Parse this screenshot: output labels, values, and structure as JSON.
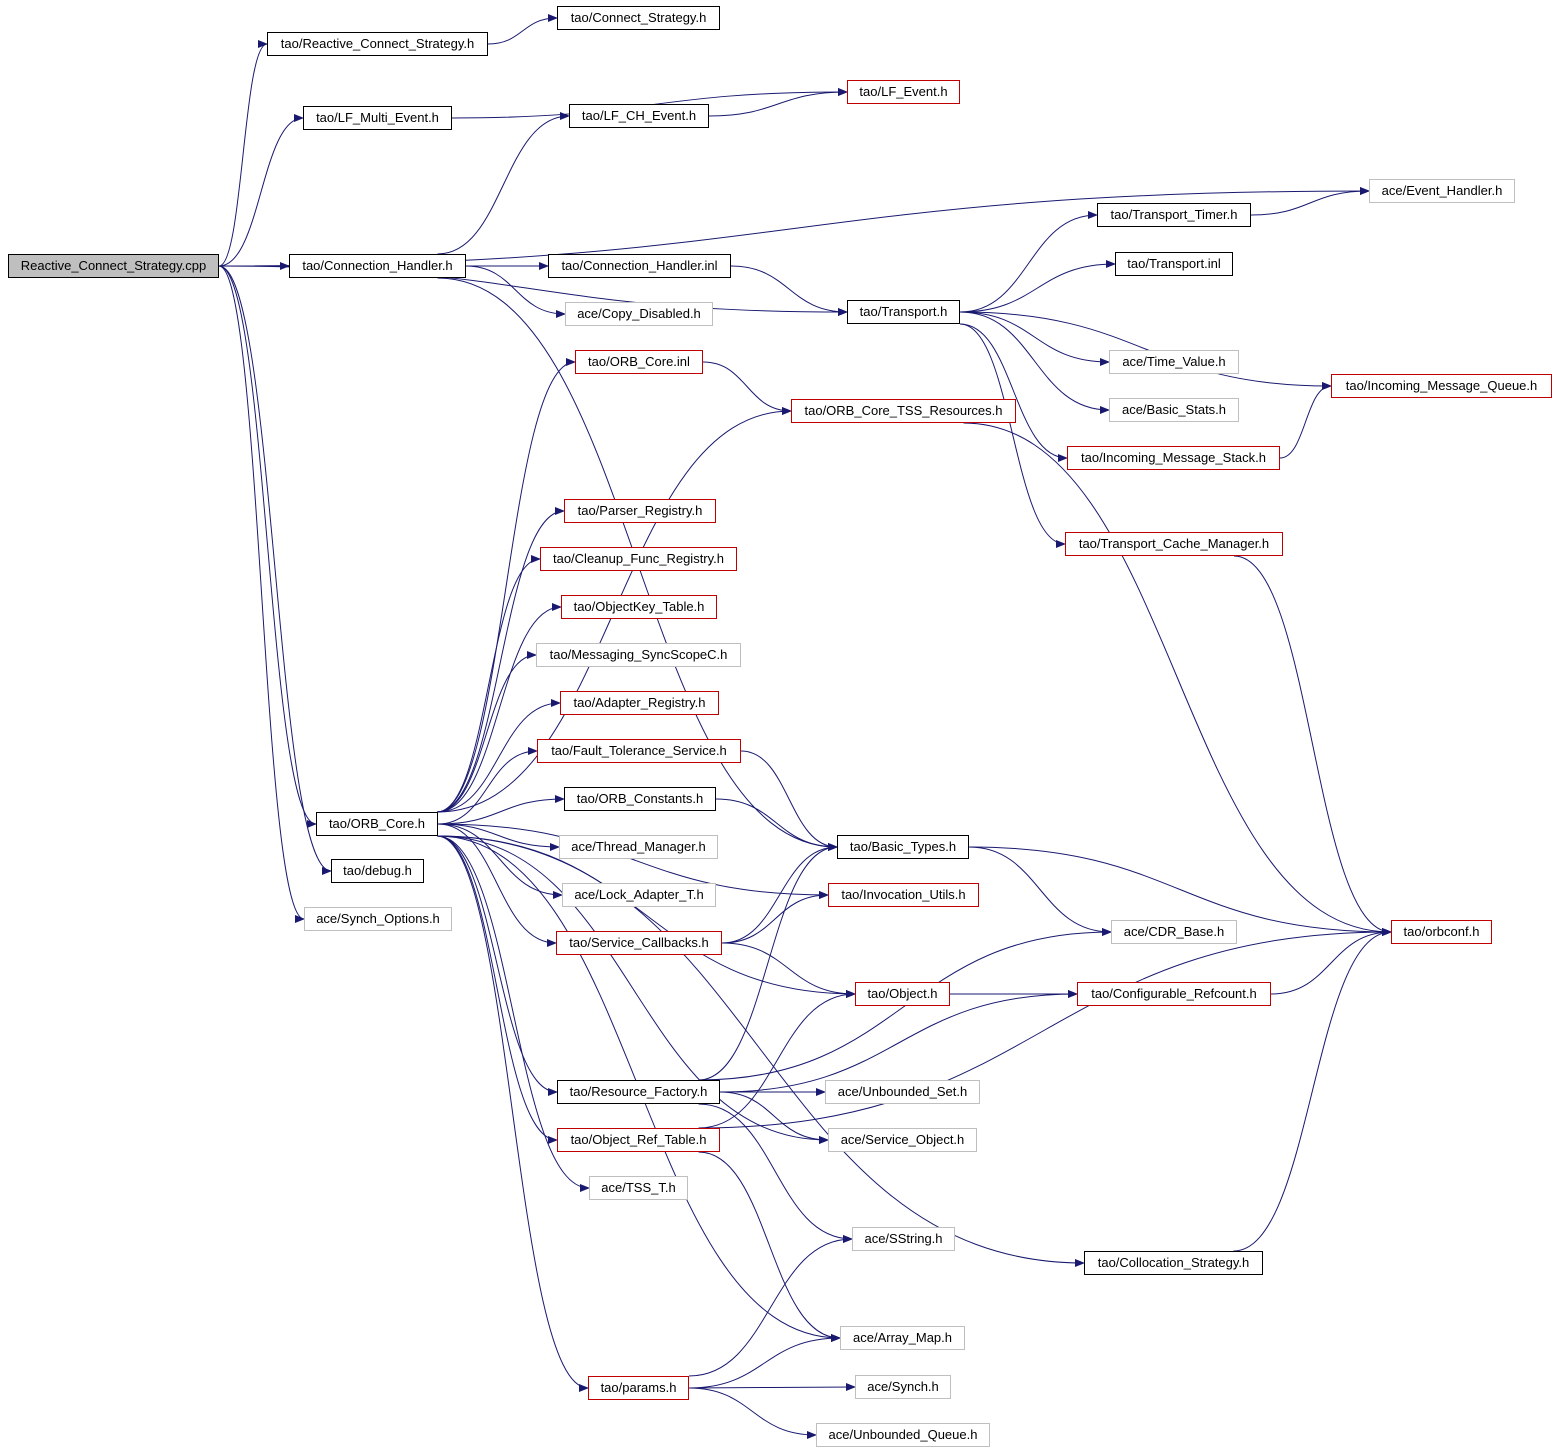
{
  "colors": {
    "edge": "#191970",
    "border_black": "#000000",
    "border_red": "#c00000",
    "border_gray": "#bfbfbf",
    "root_fill": "#bfbfbf"
  },
  "nodes": [
    {
      "id": "root",
      "label": "Reactive_Connect_Strategy.cpp",
      "style": "root"
    },
    {
      "id": "rcs",
      "label": "tao/Reactive_Connect_Strategy.h",
      "style": "black"
    },
    {
      "id": "cs",
      "label": "tao/Connect_Strategy.h",
      "style": "black"
    },
    {
      "id": "lfme",
      "label": "tao/LF_Multi_Event.h",
      "style": "black"
    },
    {
      "id": "lfev",
      "label": "tao/LF_Event.h",
      "style": "red"
    },
    {
      "id": "lfch",
      "label": "tao/LF_CH_Event.h",
      "style": "black"
    },
    {
      "id": "evh",
      "label": "ace/Event_Handler.h",
      "style": "gray"
    },
    {
      "id": "tt",
      "label": "tao/Transport_Timer.h",
      "style": "black"
    },
    {
      "id": "ch",
      "label": "tao/Connection_Handler.h",
      "style": "black"
    },
    {
      "id": "chi",
      "label": "tao/Connection_Handler.inl",
      "style": "black"
    },
    {
      "id": "ti",
      "label": "tao/Transport.inl",
      "style": "black"
    },
    {
      "id": "cd",
      "label": "ace/Copy_Disabled.h",
      "style": "gray"
    },
    {
      "id": "tr",
      "label": "tao/Transport.h",
      "style": "black"
    },
    {
      "id": "orbi",
      "label": "tao/ORB_Core.inl",
      "style": "red"
    },
    {
      "id": "tv",
      "label": "ace/Time_Value.h",
      "style": "gray"
    },
    {
      "id": "imq",
      "label": "tao/Incoming_Message_Queue.h",
      "style": "red"
    },
    {
      "id": "tss",
      "label": "tao/ORB_Core_TSS_Resources.h",
      "style": "red"
    },
    {
      "id": "bs",
      "label": "ace/Basic_Stats.h",
      "style": "gray"
    },
    {
      "id": "ims",
      "label": "tao/Incoming_Message_Stack.h",
      "style": "red"
    },
    {
      "id": "pr",
      "label": "tao/Parser_Registry.h",
      "style": "red"
    },
    {
      "id": "tcm",
      "label": "tao/Transport_Cache_Manager.h",
      "style": "red"
    },
    {
      "id": "cfr",
      "label": "tao/Cleanup_Func_Registry.h",
      "style": "red"
    },
    {
      "id": "okt",
      "label": "tao/ObjectKey_Table.h",
      "style": "red"
    },
    {
      "id": "mss",
      "label": "tao/Messaging_SyncScopeC.h",
      "style": "gray"
    },
    {
      "id": "ar",
      "label": "tao/Adapter_Registry.h",
      "style": "red"
    },
    {
      "id": "fts",
      "label": "tao/Fault_Tolerance_Service.h",
      "style": "red"
    },
    {
      "id": "orbc",
      "label": "tao/ORB_Constants.h",
      "style": "black"
    },
    {
      "id": "orb",
      "label": "tao/ORB_Core.h",
      "style": "black"
    },
    {
      "id": "bt",
      "label": "tao/Basic_Types.h",
      "style": "black"
    },
    {
      "id": "thm",
      "label": "ace/Thread_Manager.h",
      "style": "gray"
    },
    {
      "id": "dbg",
      "label": "tao/debug.h",
      "style": "black"
    },
    {
      "id": "la",
      "label": "ace/Lock_Adapter_T.h",
      "style": "gray"
    },
    {
      "id": "iu",
      "label": "tao/Invocation_Utils.h",
      "style": "red"
    },
    {
      "id": "so",
      "label": "ace/Synch_Options.h",
      "style": "gray"
    },
    {
      "id": "cdr",
      "label": "ace/CDR_Base.h",
      "style": "gray"
    },
    {
      "id": "oc",
      "label": "tao/orbconf.h",
      "style": "red"
    },
    {
      "id": "sc",
      "label": "tao/Service_Callbacks.h",
      "style": "red"
    },
    {
      "id": "obj",
      "label": "tao/Object.h",
      "style": "red"
    },
    {
      "id": "crc",
      "label": "tao/Configurable_Refcount.h",
      "style": "red"
    },
    {
      "id": "rf",
      "label": "tao/Resource_Factory.h",
      "style": "black"
    },
    {
      "id": "us",
      "label": "ace/Unbounded_Set.h",
      "style": "gray"
    },
    {
      "id": "ort",
      "label": "tao/Object_Ref_Table.h",
      "style": "red"
    },
    {
      "id": "svo",
      "label": "ace/Service_Object.h",
      "style": "gray"
    },
    {
      "id": "tsst",
      "label": "ace/TSS_T.h",
      "style": "gray"
    },
    {
      "id": "ss",
      "label": "ace/SString.h",
      "style": "gray"
    },
    {
      "id": "col",
      "label": "tao/Collocation_Strategy.h",
      "style": "black"
    },
    {
      "id": "am",
      "label": "ace/Array_Map.h",
      "style": "gray"
    },
    {
      "id": "par",
      "label": "tao/params.h",
      "style": "red"
    },
    {
      "id": "syn",
      "label": "ace/Synch.h",
      "style": "gray"
    },
    {
      "id": "uq",
      "label": "ace/Unbounded_Queue.h",
      "style": "gray"
    }
  ],
  "edges": [
    [
      "root",
      "rcs"
    ],
    [
      "root",
      "lfme"
    ],
    [
      "root",
      "evh"
    ],
    [
      "root",
      "ch"
    ],
    [
      "root",
      "tr"
    ],
    [
      "root",
      "orb"
    ],
    [
      "root",
      "dbg"
    ],
    [
      "root",
      "so"
    ],
    [
      "rcs",
      "cs"
    ],
    [
      "lfme",
      "lfev"
    ],
    [
      "lfch",
      "lfev"
    ],
    [
      "ch",
      "lfch"
    ],
    [
      "ch",
      "chi"
    ],
    [
      "ch",
      "cd"
    ],
    [
      "ch",
      "bt"
    ],
    [
      "chi",
      "tr"
    ],
    [
      "tt",
      "evh"
    ],
    [
      "tr",
      "tt"
    ],
    [
      "tr",
      "ti"
    ],
    [
      "tr",
      "tv"
    ],
    [
      "tr",
      "bs"
    ],
    [
      "tr",
      "ims"
    ],
    [
      "tr",
      "tcm"
    ],
    [
      "tr",
      "imq"
    ],
    [
      "ims",
      "imq"
    ],
    [
      "orbi",
      "tss"
    ],
    [
      "tss",
      "oc"
    ],
    [
      "tcm",
      "oc"
    ],
    [
      "orb",
      "orbi"
    ],
    [
      "orb",
      "tss"
    ],
    [
      "orb",
      "pr"
    ],
    [
      "orb",
      "cfr"
    ],
    [
      "orb",
      "okt"
    ],
    [
      "orb",
      "mss"
    ],
    [
      "orb",
      "ar"
    ],
    [
      "orb",
      "fts"
    ],
    [
      "orb",
      "orbc"
    ],
    [
      "orb",
      "thm"
    ],
    [
      "orb",
      "la"
    ],
    [
      "orb",
      "sc"
    ],
    [
      "orb",
      "iu"
    ],
    [
      "orb",
      "obj"
    ],
    [
      "orb",
      "rf"
    ],
    [
      "orb",
      "ort"
    ],
    [
      "orb",
      "tsst"
    ],
    [
      "orb",
      "svo"
    ],
    [
      "orb",
      "col"
    ],
    [
      "orb",
      "am"
    ],
    [
      "orb",
      "par"
    ],
    [
      "fts",
      "bt"
    ],
    [
      "orbc",
      "bt"
    ],
    [
      "bt",
      "cdr"
    ],
    [
      "bt",
      "oc"
    ],
    [
      "sc",
      "bt"
    ],
    [
      "sc",
      "iu"
    ],
    [
      "sc",
      "obj"
    ],
    [
      "obj",
      "crc"
    ],
    [
      "crc",
      "oc"
    ],
    [
      "rf",
      "bt"
    ],
    [
      "rf",
      "cdr"
    ],
    [
      "rf",
      "crc"
    ],
    [
      "rf",
      "us"
    ],
    [
      "rf",
      "svo"
    ],
    [
      "rf",
      "ss"
    ],
    [
      "ort",
      "obj"
    ],
    [
      "ort",
      "oc"
    ],
    [
      "ort",
      "am"
    ],
    [
      "col",
      "oc"
    ],
    [
      "par",
      "ss"
    ],
    [
      "par",
      "am"
    ],
    [
      "par",
      "syn"
    ],
    [
      "par",
      "uq"
    ]
  ]
}
